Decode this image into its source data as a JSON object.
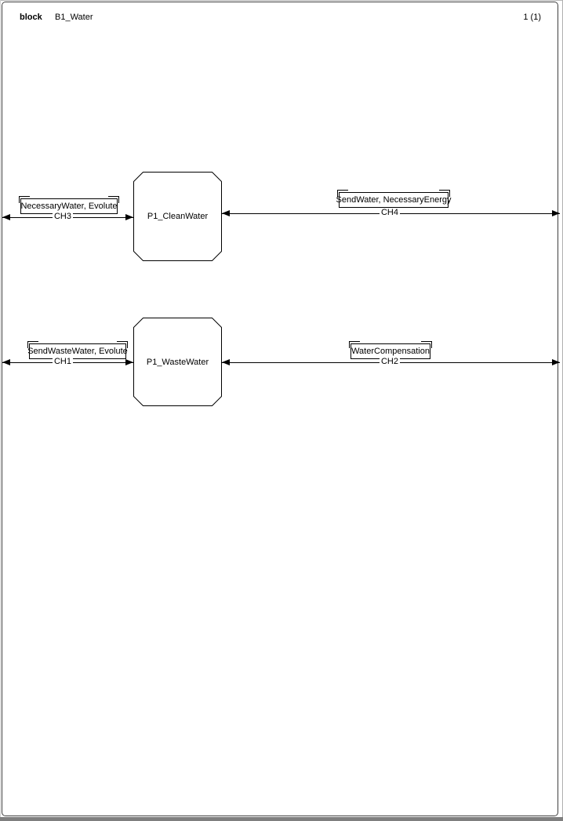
{
  "header": {
    "kind": "block",
    "title": "B1_Water",
    "page": "1 (1)"
  },
  "processes": [
    {
      "name": "P1_CleanWater"
    },
    {
      "name": "P1_WasteWater"
    }
  ],
  "channels": [
    {
      "name": "CH3",
      "signals": "NecessaryWater, Evolute"
    },
    {
      "name": "CH4",
      "signals": "SendWater, NecessaryEnergy"
    },
    {
      "name": "CH1",
      "signals": "SendWasteWater, Evolute"
    },
    {
      "name": "CH2",
      "signals": "WaterCompensation"
    }
  ],
  "colors": {
    "line": "#000000",
    "frame_border": "#3f3f3f",
    "window_edge": "#7f7f7f",
    "background": "#ffffff"
  }
}
